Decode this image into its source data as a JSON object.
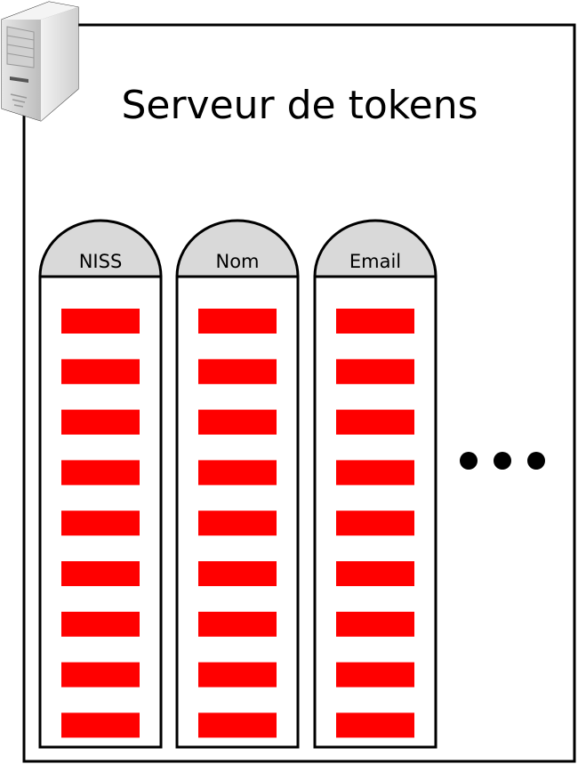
{
  "title": "Serveur de tokens",
  "columns": [
    {
      "label": "NISS",
      "token_count": 9
    },
    {
      "label": "Nom",
      "token_count": 9
    },
    {
      "label": "Email",
      "token_count": 9
    }
  ],
  "ellipsis": "more-columns",
  "colors": {
    "token": "#ff0000",
    "header": "#d9d9d9",
    "stroke": "#000000"
  },
  "icons": {
    "server": "server-icon"
  }
}
